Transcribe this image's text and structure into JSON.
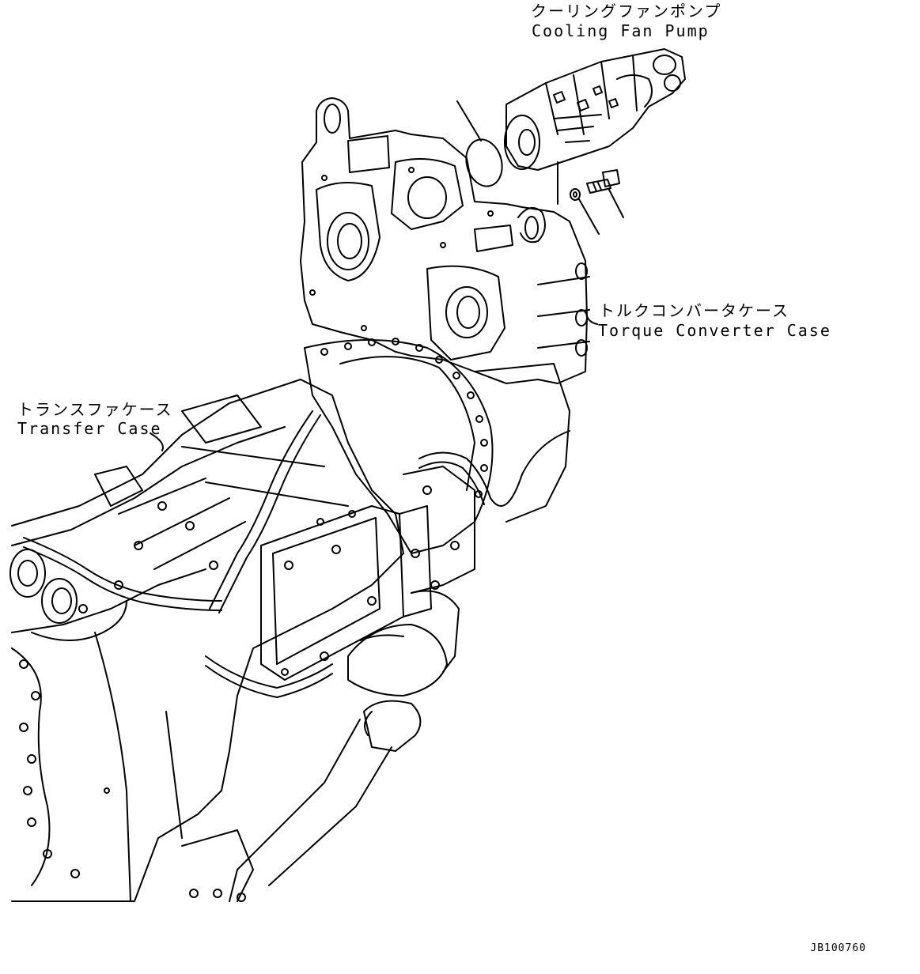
{
  "labels": {
    "cooling_fan_pump_jp": "クーリングファンポンプ",
    "cooling_fan_pump_en": "Cooling Fan Pump",
    "torque_converter_case_jp": "トルクコンバータケース",
    "torque_converter_case_en": "Torque Converter Case",
    "transfer_case_jp": "トランスファケース",
    "transfer_case_en": "Transfer Case"
  },
  "drawing_number": "JB100760",
  "colors": {
    "line": "#000000",
    "background": "#ffffff"
  }
}
